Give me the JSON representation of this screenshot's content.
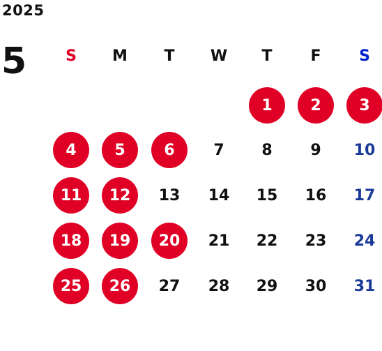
{
  "calendar": {
    "year": "2025",
    "month": "5",
    "colors": {
      "marked_bg": "#e00025",
      "marked_text": "#ffffff",
      "sunday": "#e00025",
      "saturday": "#1a3a99",
      "weekday_text": "#111111",
      "saturday_header": "#0022cc"
    },
    "weekdays": [
      "S",
      "M",
      "T",
      "W",
      "T",
      "F",
      "S"
    ],
    "weeks": [
      [
        null,
        null,
        null,
        null,
        {
          "label": "1",
          "marked": true
        },
        {
          "label": "2",
          "marked": true
        },
        {
          "label": "3",
          "marked": true
        }
      ],
      [
        {
          "label": "4",
          "marked": true
        },
        {
          "label": "5",
          "marked": true
        },
        {
          "label": "6",
          "marked": true
        },
        {
          "label": "7",
          "marked": false
        },
        {
          "label": "8",
          "marked": false
        },
        {
          "label": "9",
          "marked": false
        },
        {
          "label": "10",
          "marked": false
        }
      ],
      [
        {
          "label": "11",
          "marked": true
        },
        {
          "label": "12",
          "marked": true
        },
        {
          "label": "13",
          "marked": false
        },
        {
          "label": "14",
          "marked": false
        },
        {
          "label": "15",
          "marked": false
        },
        {
          "label": "16",
          "marked": false
        },
        {
          "label": "17",
          "marked": false
        }
      ],
      [
        {
          "label": "18",
          "marked": true
        },
        {
          "label": "19",
          "marked": true
        },
        {
          "label": "20",
          "marked": true
        },
        {
          "label": "21",
          "marked": false
        },
        {
          "label": "22",
          "marked": false
        },
        {
          "label": "23",
          "marked": false
        },
        {
          "label": "24",
          "marked": false
        }
      ],
      [
        {
          "label": "25",
          "marked": true
        },
        {
          "label": "26",
          "marked": true
        },
        {
          "label": "27",
          "marked": false
        },
        {
          "label": "28",
          "marked": false
        },
        {
          "label": "29",
          "marked": false
        },
        {
          "label": "30",
          "marked": false
        },
        {
          "label": "31",
          "marked": false
        }
      ]
    ]
  }
}
